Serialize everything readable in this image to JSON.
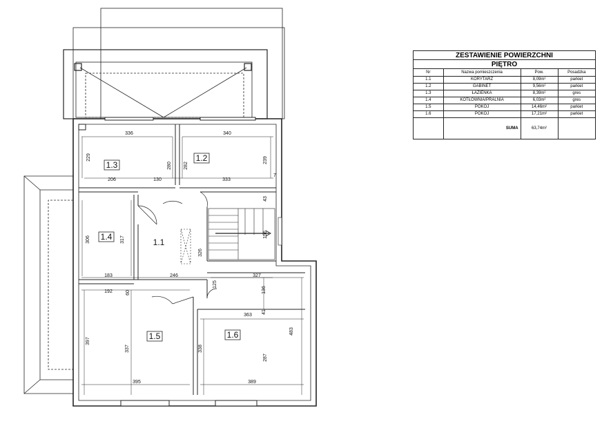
{
  "schedule": {
    "title": "ZESTAWIENIE POWIERZCHNI",
    "subtitle": "PIĘTRO",
    "headers": [
      "Nr",
      "Nazwa pomieszczenia",
      "Pow.",
      "Posadzka"
    ],
    "rows": [
      {
        "nr": "1.1",
        "name": "KORYTARZ",
        "area": "8,09m²",
        "floor": "parkiet"
      },
      {
        "nr": "1.2",
        "name": "GABINET",
        "area": "9,56m²",
        "floor": "parkiet"
      },
      {
        "nr": "1.3",
        "name": "ŁAZIENKA",
        "area": "8,39m²",
        "floor": "gres"
      },
      {
        "nr": "1.4",
        "name": "KOTŁOWNIA/PRALNIA",
        "area": "6,03m²",
        "floor": "gres"
      },
      {
        "nr": "1.5",
        "name": "POKÓJ",
        "area": "14,46m²",
        "floor": "parkiet"
      },
      {
        "nr": "1.6",
        "name": "POKÓJ",
        "area": "17,21m²",
        "floor": "parkiet"
      }
    ],
    "sum_label": "SUMA",
    "sum_value": "63,74m²"
  },
  "rooms": {
    "r13": "1.3",
    "r12": "1.2",
    "r14": "1.4",
    "r11": "1.1",
    "r15": "1.5",
    "r16": "1.6"
  },
  "dims": {
    "d336": "336",
    "d340": "340",
    "d229": "229",
    "d280": "280",
    "d282": "282",
    "d239": "239",
    "d206": "206",
    "d130": "130",
    "d333": "333",
    "d43": "43",
    "d7": "7",
    "d306": "306",
    "d317": "317",
    "d183": "183",
    "d246": "246",
    "d326": "326",
    "d156": "156",
    "d327": "327",
    "d125": "125",
    "d136": "136",
    "d192": "192",
    "d60": "60",
    "d363": "363",
    "d41": "41",
    "d397": "397",
    "d337": "337",
    "d338": "338",
    "d287": "287",
    "d483": "483",
    "d395": "395",
    "d389": "389"
  }
}
